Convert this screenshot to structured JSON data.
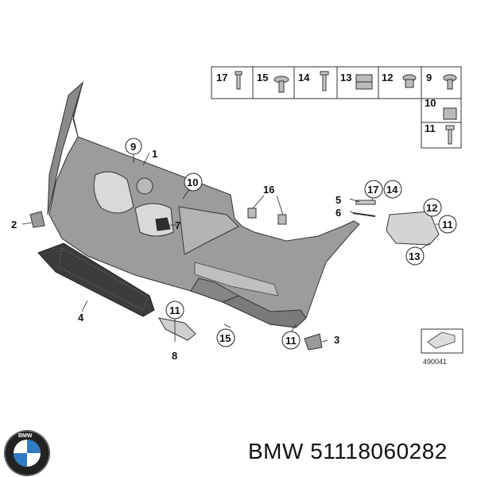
{
  "caption": {
    "brand": "BMW",
    "part_number": "51118060282"
  },
  "logo": {
    "text": "BMW"
  },
  "diagram_id": "490041",
  "fastener_table": {
    "cells": [
      {
        "num": "17",
        "icon": "screw-icon"
      },
      {
        "num": "15",
        "icon": "expansion-rivet-icon"
      },
      {
        "num": "14",
        "icon": "screw-icon"
      },
      {
        "num": "13",
        "icon": "clip-nut-icon"
      },
      {
        "num": "12",
        "icon": "flange-nut-icon"
      },
      {
        "num": "9",
        "icon": "expansion-rivet-icon"
      },
      {
        "num": "10",
        "icon": "clip-nut-icon"
      },
      {
        "num": "11",
        "icon": "screw-icon"
      }
    ]
  },
  "callouts": {
    "c1": "1",
    "c2": "2",
    "c3": "3",
    "c4": "4",
    "c5": "5",
    "c6": "6",
    "c7": "7",
    "c8": "8",
    "c9": "9",
    "c10": "10",
    "c16": "16",
    "c17": "17",
    "c14": "14",
    "c12": "12",
    "c11a": "11",
    "c13": "13",
    "c11b": "11",
    "c15": "15",
    "c11c": "11"
  },
  "colors": {
    "bumper_fill": "#9a9a9a",
    "bumper_shade": "#7c7c7c",
    "grille_fill": "#3a3a3a",
    "line": "#222222"
  }
}
